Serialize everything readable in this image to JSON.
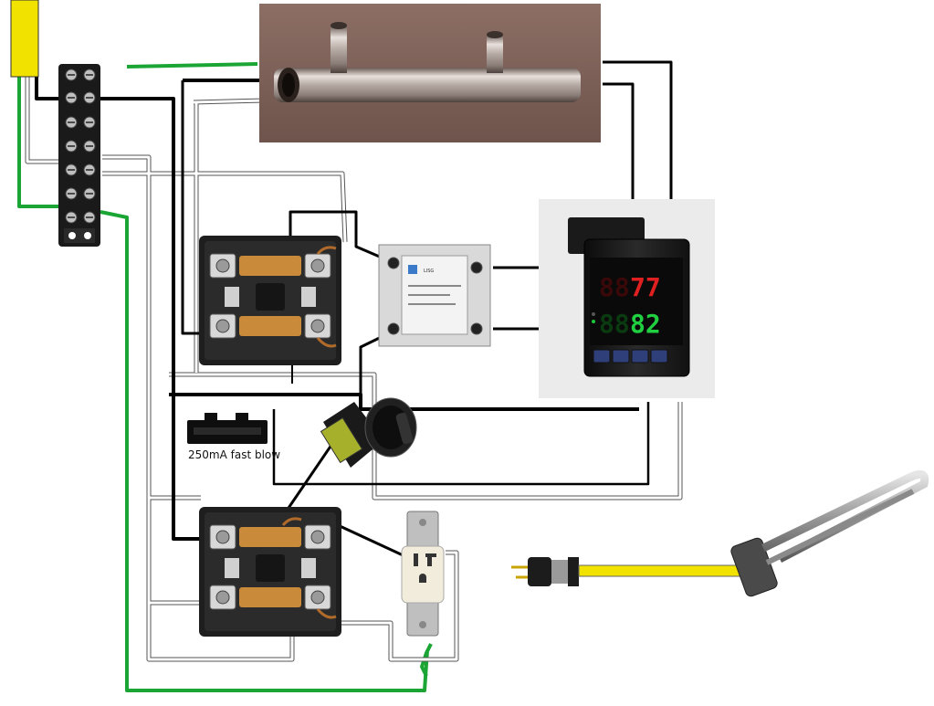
{
  "labels": {
    "fuse": "250mA fast blow"
  },
  "controller": {
    "pv_display": "77",
    "sv_display": "82",
    "brand": "",
    "pv_color": "#e02020",
    "sv_color": "#20d040"
  },
  "wire_colors": {
    "hot": "#000000",
    "neutral": "#ffffff",
    "ground": "#1aa534",
    "power_cable": "#f2e200"
  },
  "icons": [
    "terminal-block-icon",
    "heating-manifold-photo",
    "contactor-icon",
    "solid-state-relay-icon",
    "pid-controller-icon",
    "fuse-holder-icon",
    "selector-switch-icon",
    "outlet-receptacle-icon",
    "twist-lock-plug-icon",
    "heating-element-icon"
  ]
}
